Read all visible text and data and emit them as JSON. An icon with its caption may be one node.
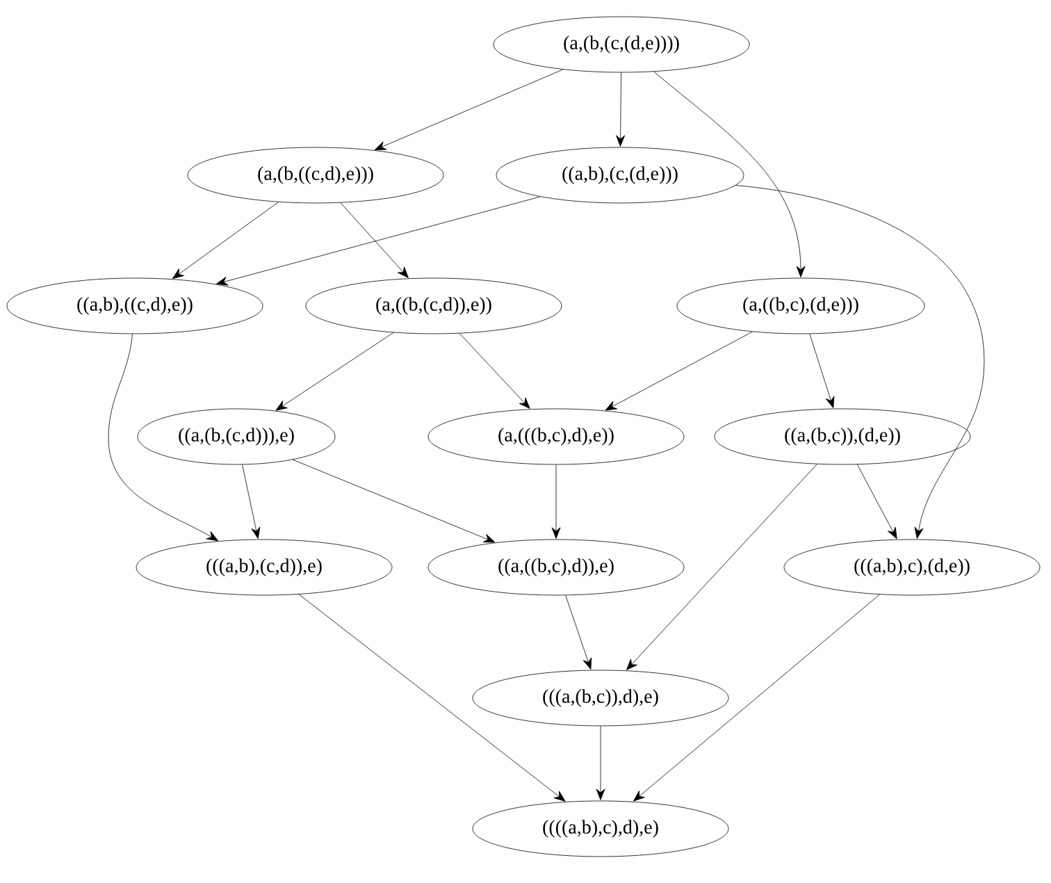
{
  "diagram": {
    "nodes": [
      {
        "text": [
          "(a,(b,(c,(d,e))))"
        ]
      },
      {
        "text": [
          "(a,(b,((c,d),e)))"
        ]
      },
      {
        "text": [
          "((a,b),(c,(d,e)))"
        ]
      },
      {
        "text": [
          "((a,b),((c,d),e))"
        ]
      },
      {
        "text": [
          "(a,((b,(c,d)),e))"
        ]
      },
      {
        "text": [
          "(a,((b,c),(d,e)))"
        ]
      },
      {
        "text": [
          "((a,(b,(c,d))),e)"
        ]
      },
      {
        "text": [
          "(a,(((b,c),d),e))"
        ]
      },
      {
        "text": [
          "((a,(b,c)),(d,e))"
        ]
      },
      {
        "text": [
          "(((a,b),(c,d)),e)"
        ]
      },
      {
        "text": [
          "((a,((b,c),d)),e)"
        ]
      },
      {
        "text": [
          "(((a,b),c),(d,e))"
        ]
      },
      {
        "text": [
          "(((a,(b,c)),d),e)"
        ]
      },
      {
        "text": [
          "((((a,b),c),d),e)"
        ]
      }
    ],
    "edges": [
      {
        "from": 0,
        "to": 1,
        "arrow": "to"
      },
      {
        "from": 0,
        "to": 2,
        "arrow": "to"
      },
      {
        "from": 0,
        "to": 5,
        "arrow": "to"
      },
      {
        "from": 1,
        "to": 3,
        "arrow": "to"
      },
      {
        "from": 1,
        "to": 4,
        "arrow": "to"
      },
      {
        "from": 2,
        "to": 3,
        "arrow": "to"
      },
      {
        "from": 2,
        "to": 11,
        "arrow": "to"
      },
      {
        "from": 3,
        "to": 9,
        "arrow": "to"
      },
      {
        "from": 4,
        "to": 6,
        "arrow": "to"
      },
      {
        "from": 4,
        "to": 7,
        "arrow": "to"
      },
      {
        "from": 5,
        "to": 7,
        "arrow": "to"
      },
      {
        "from": 5,
        "to": 8,
        "arrow": "to"
      },
      {
        "from": 6,
        "to": 9,
        "arrow": "to"
      },
      {
        "from": 6,
        "to": 10,
        "arrow": "to"
      },
      {
        "from": 7,
        "to": 10,
        "arrow": "to"
      },
      {
        "from": 8,
        "to": 11,
        "arrow": "to"
      },
      {
        "from": 8,
        "to": 12,
        "arrow": "to"
      },
      {
        "from": 9,
        "to": 13,
        "arrow": "to"
      },
      {
        "from": 10,
        "to": 12,
        "arrow": "to"
      },
      {
        "from": 11,
        "to": 13,
        "arrow": "to"
      },
      {
        "from": 12,
        "to": 13,
        "arrow": "to"
      }
    ]
  }
}
